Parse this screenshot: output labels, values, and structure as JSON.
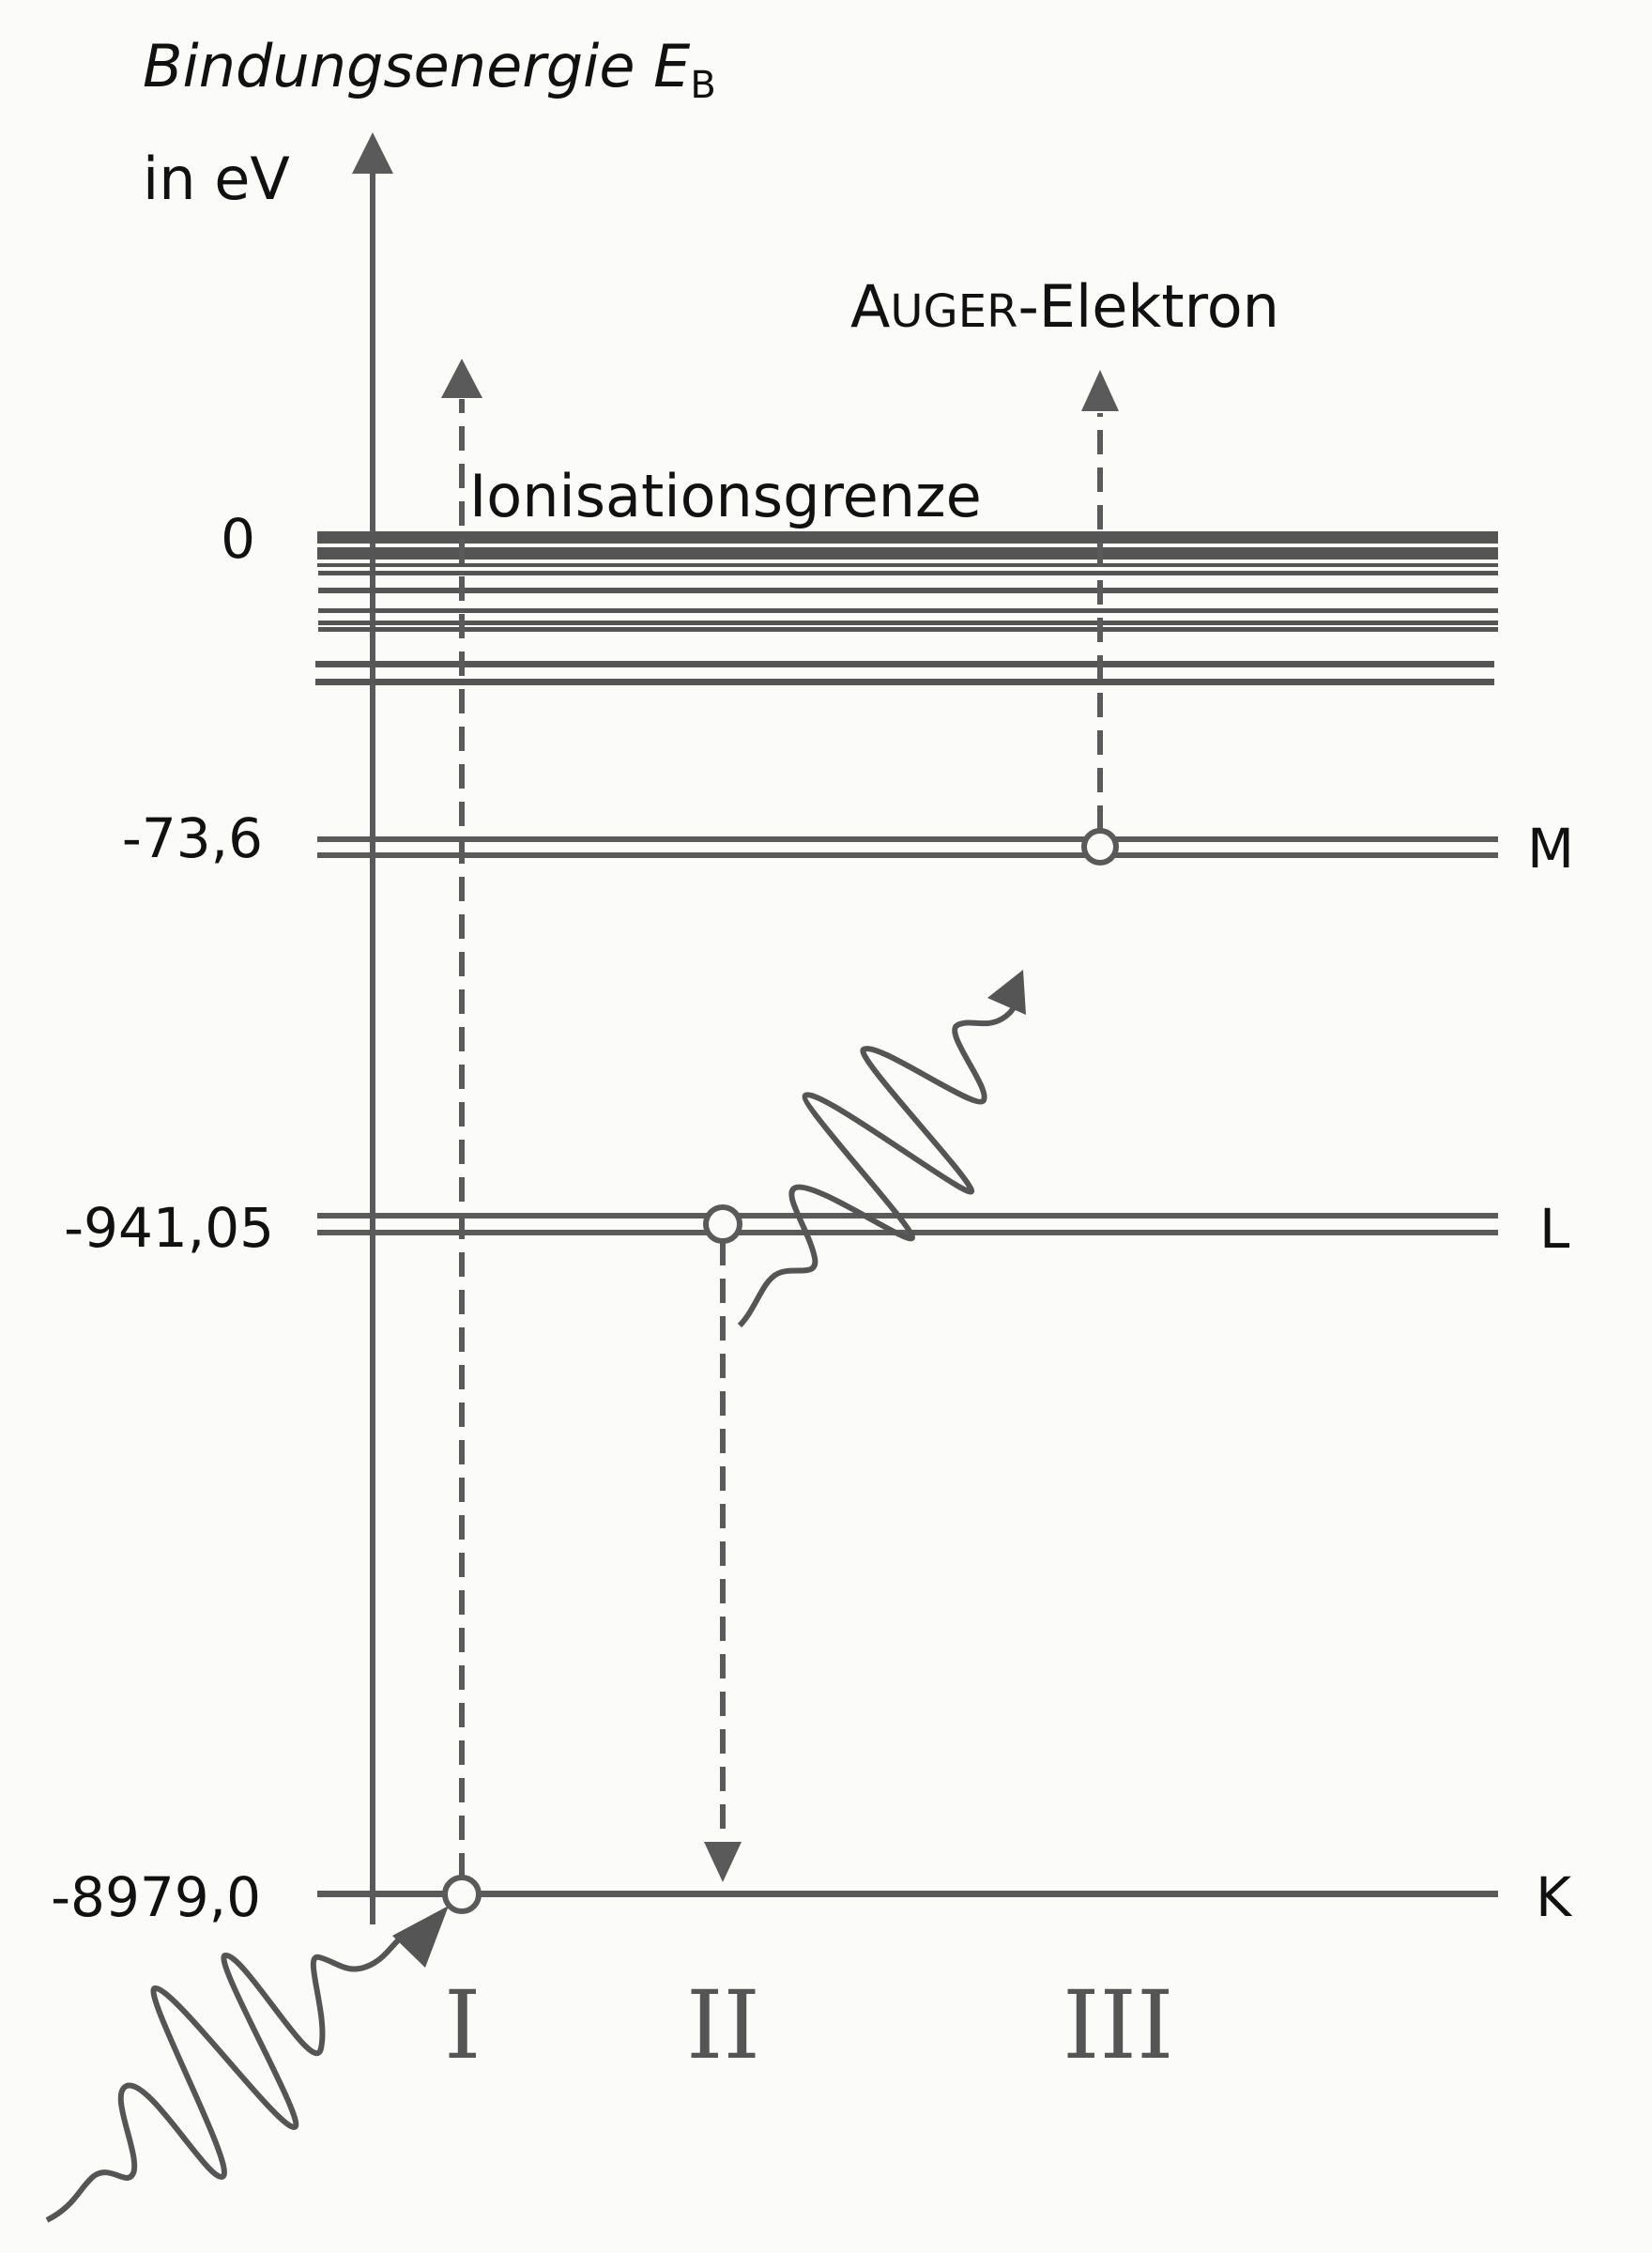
{
  "axis": {
    "title": "Bindungsenergie E",
    "title_subscript": "B",
    "unit": "in eV"
  },
  "levels": {
    "zero": {
      "value": "0"
    },
    "M": {
      "value": "-73,6",
      "shell": "M"
    },
    "L": {
      "value": "-941,05",
      "shell": "L"
    },
    "K": {
      "value": "-8979,0",
      "shell": "K"
    }
  },
  "labels": {
    "ionization_limit": "Ionisationsgrenze",
    "auger_prefix": "A",
    "auger_smallcaps": "UGER",
    "auger_suffix": "-Elektron"
  },
  "processes": [
    "I",
    "II",
    "III"
  ],
  "colors": {
    "line": "#5a5a5a",
    "text": "#111111",
    "background": "#fbfbf9"
  },
  "chart_data": {
    "type": "energy-level-diagram",
    "title": "Bindungsenergie E_B in eV",
    "ylabel": "Bindungsenergie E_B in eV",
    "levels": [
      {
        "name": "Ionisationsgrenze",
        "energy_eV": 0
      },
      {
        "name": "M",
        "energy_eV": -73.6
      },
      {
        "name": "L",
        "energy_eV": -941.05
      },
      {
        "name": "K",
        "energy_eV": -8979.0
      }
    ],
    "processes": [
      {
        "id": "I",
        "description": "Photon ionizes K-shell electron (dashed arrow from K to above Ionisationsgrenze)"
      },
      {
        "id": "II",
        "description": "L-shell electron falls to K-shell hole, emitting photon (wavy arrow)"
      },
      {
        "id": "III",
        "description": "M-shell electron ejected as Auger-Elektron"
      }
    ]
  }
}
